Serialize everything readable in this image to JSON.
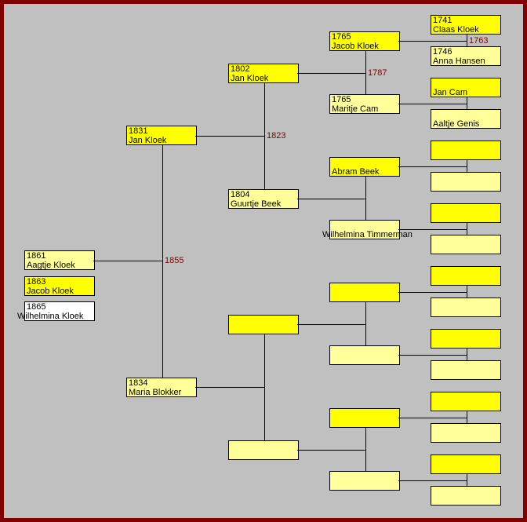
{
  "colors": {
    "male": "#ffff00",
    "female": "#ffff99",
    "unknown": "#ffffff",
    "marriage_year": "#800000",
    "frame": "#800000",
    "background": "#c0c0c0"
  },
  "children": [
    {
      "year": "1861",
      "name": "Aagtje Kloek",
      "sex": "female"
    },
    {
      "year": "1863",
      "name": "Jacob Kloek",
      "sex": "male"
    },
    {
      "year": "1865",
      "name": "Wilhelmina Kloek",
      "sex": "unknown"
    }
  ],
  "ancestors": [
    {
      "year": "1831",
      "name": "Jan Kloek",
      "sex": "male"
    },
    {
      "year": "1834",
      "name": "Maria Blokker",
      "sex": "female"
    },
    {
      "year": "1802",
      "name": "Jan Kloek",
      "sex": "male"
    },
    {
      "year": "1804",
      "name": "Guurtje Beek",
      "sex": "female"
    },
    {
      "year": "",
      "name": "",
      "sex": "male"
    },
    {
      "year": "",
      "name": "",
      "sex": "female"
    },
    {
      "year": "1765",
      "name": "Jacob Kloek",
      "sex": "male"
    },
    {
      "year": "1765",
      "name": "Maritje Cam",
      "sex": "female"
    },
    {
      "year": "",
      "name": "Abram Beek",
      "sex": "male"
    },
    {
      "year": "",
      "name": "Wilhelmina Timmerman",
      "sex": "female"
    },
    {
      "year": "",
      "name": "",
      "sex": "male"
    },
    {
      "year": "",
      "name": "",
      "sex": "female"
    },
    {
      "year": "",
      "name": "",
      "sex": "male"
    },
    {
      "year": "",
      "name": "",
      "sex": "female"
    },
    {
      "year": "1741",
      "name": "Claas Kloek",
      "sex": "male"
    },
    {
      "year": "1746",
      "name": "Anna Hansen",
      "sex": "female"
    },
    {
      "year": "",
      "name": "Jan Cam",
      "sex": "male"
    },
    {
      "year": "",
      "name": "Aaltje Genis",
      "sex": "female"
    },
    {
      "year": "",
      "name": "",
      "sex": "male"
    },
    {
      "year": "",
      "name": "",
      "sex": "female"
    },
    {
      "year": "",
      "name": "",
      "sex": "male"
    },
    {
      "year": "",
      "name": "",
      "sex": "female"
    },
    {
      "year": "",
      "name": "",
      "sex": "male"
    },
    {
      "year": "",
      "name": "",
      "sex": "female"
    },
    {
      "year": "",
      "name": "",
      "sex": "male"
    },
    {
      "year": "",
      "name": "",
      "sex": "female"
    },
    {
      "year": "",
      "name": "",
      "sex": "male"
    },
    {
      "year": "",
      "name": "",
      "sex": "female"
    },
    {
      "year": "",
      "name": "",
      "sex": "male"
    },
    {
      "year": "",
      "name": "",
      "sex": "female"
    }
  ],
  "marriages": [
    "1855",
    "1823",
    "",
    "1787",
    "",
    "",
    "",
    "1763"
  ]
}
